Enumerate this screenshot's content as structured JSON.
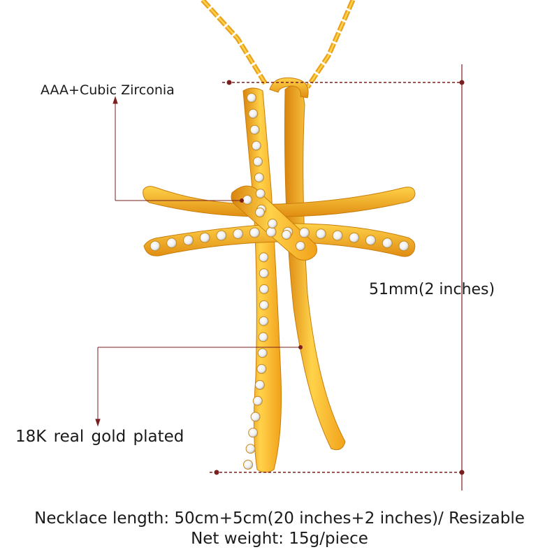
{
  "labels": {
    "material": "AAA+Cubic Zirconia",
    "plating": "18K real gold plated",
    "dimension": "51mm(2 inches)"
  },
  "caption": {
    "length": "Necklace length: 50cm+5cm(20 inches+2 inches)/ Resizable",
    "weight": "Net weight: 15g/piece"
  },
  "colors": {
    "gold_light": "#ffd24a",
    "gold_mid": "#f6a91c",
    "gold_dark": "#d9840e",
    "gem": "#ffffff",
    "guide_line": "#7a1f1f"
  }
}
